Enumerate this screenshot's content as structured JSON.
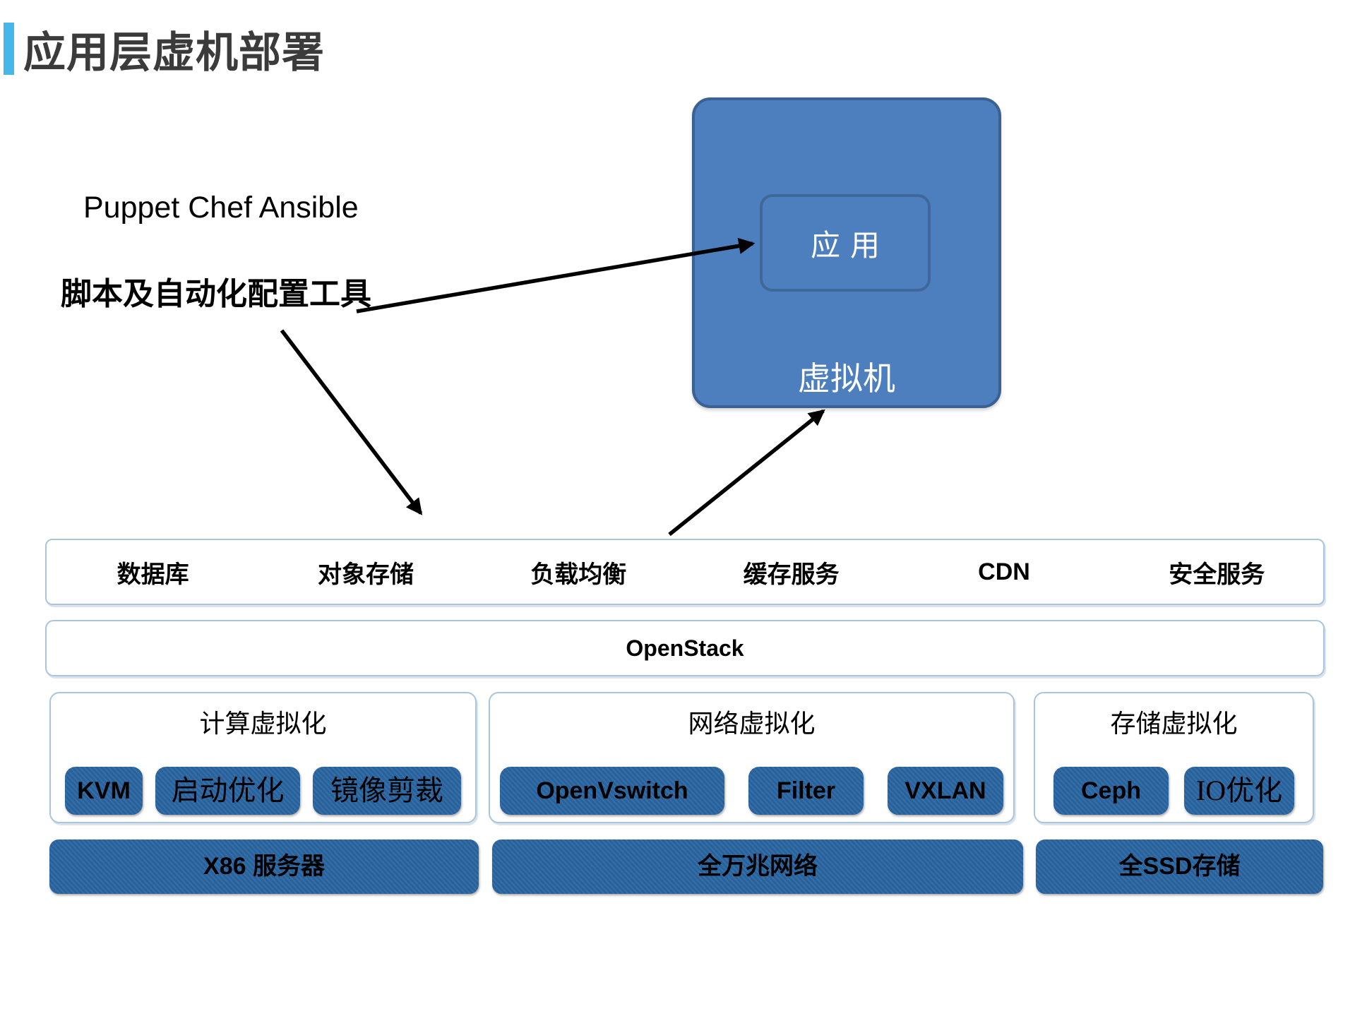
{
  "title": "应用层虚机部署",
  "annotations": {
    "tools": "Puppet Chef Ansible",
    "script_tools": "脚本及自动化配置工具"
  },
  "vm_box": {
    "label": "虚拟机",
    "app": "应用"
  },
  "services": {
    "items": [
      "数据库",
      "对象存储",
      "负载均衡",
      "缓存服务",
      "CDN",
      "安全服务"
    ]
  },
  "platform": {
    "label": "OpenStack"
  },
  "virtualization": [
    {
      "title": "计算虚拟化",
      "chips": [
        "KVM",
        "启动优化",
        "镜像剪裁"
      ]
    },
    {
      "title": "网络虚拟化",
      "chips": [
        "OpenVswitch",
        "Filter",
        "VXLAN"
      ]
    },
    {
      "title": "存储虚拟化",
      "chips": [
        "Ceph",
        "IO优化"
      ]
    }
  ],
  "hardware": [
    "X86 服务器",
    "全万兆网络",
    "全SSD存储"
  ],
  "colors": {
    "accent_bar": "#45b7e8",
    "title_text": "#3b3b3b",
    "vm_fill": "#4d7ebd",
    "vm_border": "#3a6193",
    "chip_fill": "#2b67a3",
    "panel_border": "#aac4dd",
    "arrow": "#000000"
  }
}
